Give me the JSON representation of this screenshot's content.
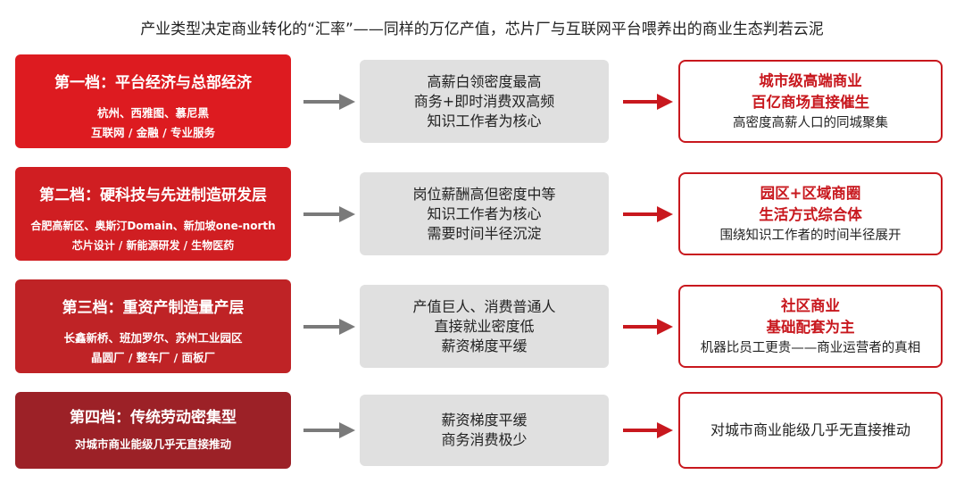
{
  "title": "产业类型决定商业转化的“汇率”——同样的万亿产值，芯片厂与互联网平台喂养出的商业生态判若云泥",
  "colors": {
    "tier1": "#dd1b20",
    "tier2": "#d01e22",
    "tier3": "#bf2326",
    "tier4": "#9c2127",
    "result_border": "#c8181e",
    "mid_bg": "#e0e0e0"
  },
  "tiers": [
    {
      "title": "第一档：平台经济与总部经济",
      "sub1": "杭州、西雅图、慕尼黑",
      "sub2": "互联网 / 金融 / 专业服务",
      "mid": [
        "高薪白领密度最高",
        "商务+即时消费双高频",
        "知识工作者为核心"
      ],
      "result_heads": [
        "城市级高端商业",
        "百亿商场直接催生"
      ],
      "result_note": "高密度高薪人口的同城聚集"
    },
    {
      "title": "第二档：硬科技与先进制造研发层",
      "sub1": "合肥高新区、奥斯汀Domain、新加坡one-north",
      "sub2": "芯片设计 / 新能源研发 / 生物医药",
      "mid": [
        "岗位薪酬高但密度中等",
        "知识工作者为核心",
        "需要时间半径沉淀"
      ],
      "result_heads": [
        "园区+区域商圈",
        "生活方式综合体"
      ],
      "result_note": "围绕知识工作者的时间半径展开"
    },
    {
      "title": "第三档：重资产制造量产层",
      "sub1": "长鑫新桥、班加罗尔、苏州工业园区",
      "sub2": "晶圆厂 / 整车厂 / 面板厂",
      "mid": [
        "产值巨人、消费普通人",
        "直接就业密度低",
        "薪资梯度平缓"
      ],
      "result_heads": [
        "社区商业",
        "基础配套为主"
      ],
      "result_note": "机器比员工更贵——商业运营者的真相"
    },
    {
      "title": "第四档：传统劳动密集型",
      "sub1": "对城市商业能级几乎无直接推动",
      "mid": [
        "薪资梯度平缓",
        "商务消费极少"
      ],
      "result_note": "对城市商业能级几乎无直接推动"
    }
  ]
}
